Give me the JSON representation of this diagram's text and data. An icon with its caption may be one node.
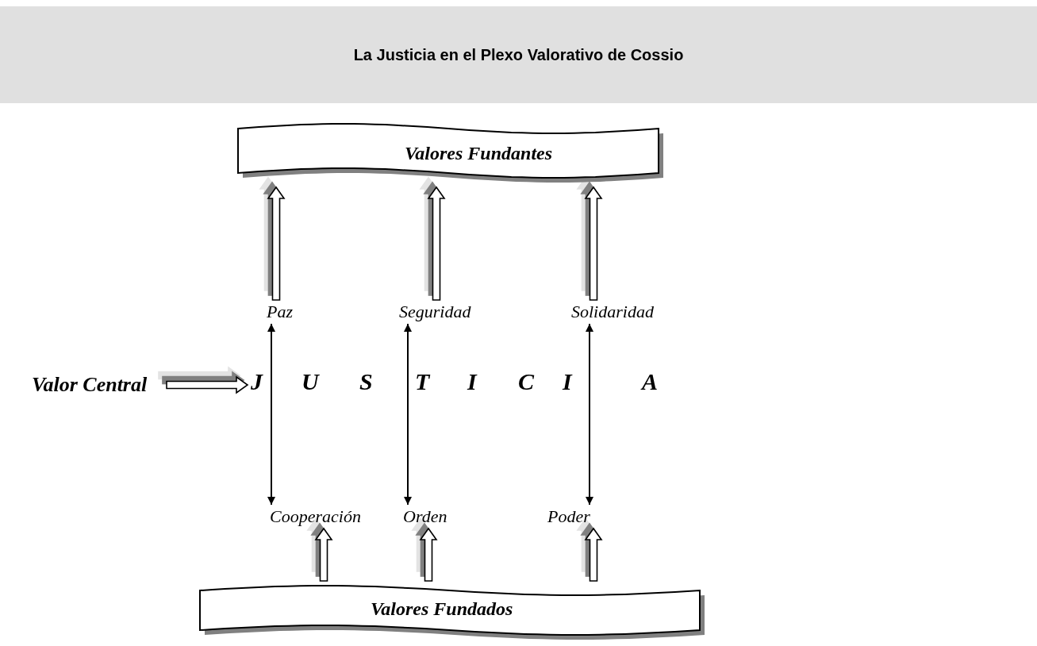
{
  "diagram": {
    "title": "La Justicia en el Plexo Valorativo de Cossio",
    "nodes": [
      {
        "text": [
          "Valores Fundantes"
        ]
      },
      {
        "text": [
          "Paz"
        ]
      },
      {
        "text": [
          "Seguridad"
        ]
      },
      {
        "text": [
          "Solidaridad"
        ]
      },
      {
        "text": [
          "Valor Central"
        ]
      },
      {
        "text": [
          "J U S T I C I A"
        ]
      },
      {
        "text": [
          "Cooperación"
        ]
      },
      {
        "text": [
          "Orden"
        ]
      },
      {
        "text": [
          "Poder"
        ]
      },
      {
        "text": [
          "Valores Fundados"
        ]
      }
    ],
    "edges": [
      {
        "from": 1,
        "to": 0,
        "arrow": "to",
        "style": "thick"
      },
      {
        "from": 2,
        "to": 0,
        "arrow": "to",
        "style": "thick"
      },
      {
        "from": 3,
        "to": 0,
        "arrow": "to",
        "style": "thick"
      },
      {
        "from": 4,
        "to": 5,
        "arrow": "to",
        "style": "thick"
      },
      {
        "from": 1,
        "to": 6,
        "arrow": "both"
      },
      {
        "from": 2,
        "to": 7,
        "arrow": "both"
      },
      {
        "from": 3,
        "to": 8,
        "arrow": "both"
      },
      {
        "from": 9,
        "to": 6,
        "arrow": "to",
        "style": "thick"
      },
      {
        "from": 9,
        "to": 7,
        "arrow": "to",
        "style": "thick"
      },
      {
        "from": 9,
        "to": 8,
        "arrow": "to",
        "style": "thick"
      }
    ]
  }
}
